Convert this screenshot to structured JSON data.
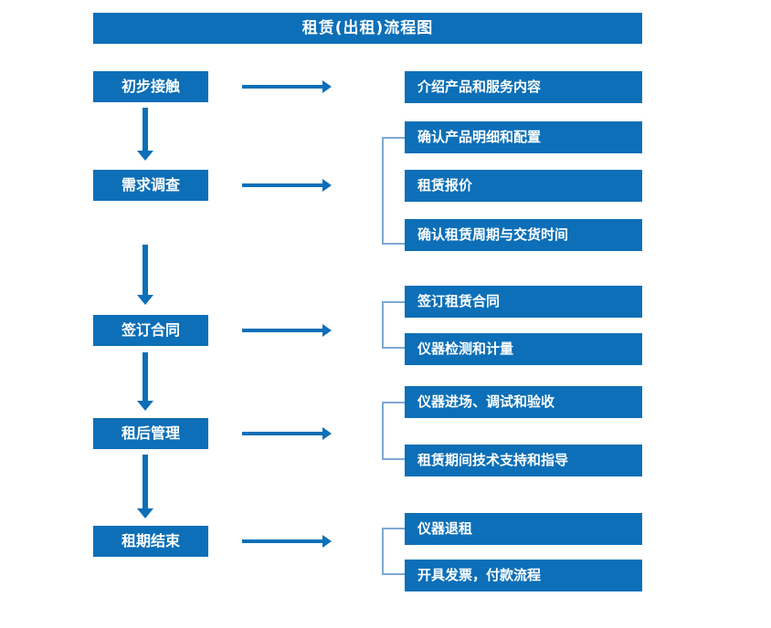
{
  "diagram": {
    "title": "租赁(出租)流程图",
    "colors": {
      "box_fill": "#0C6FB8",
      "box_text": "#FFFFFF",
      "arrow": "#0C6FB8",
      "bracket": "#7FA8D4",
      "background": "#FFFFFF"
    },
    "stages": [
      {
        "label": "初步接触"
      },
      {
        "label": "需求调查"
      },
      {
        "label": "签订合同"
      },
      {
        "label": "租后管理"
      },
      {
        "label": "租期结束"
      }
    ],
    "details": [
      {
        "label": "介绍产品和服务内容"
      },
      {
        "label": "确认产品明细和配置"
      },
      {
        "label": "租赁报价"
      },
      {
        "label": "确认租赁周期与交货时间"
      },
      {
        "label": "签订租赁合同"
      },
      {
        "label": "仪器检测和计量"
      },
      {
        "label": "仪器进场、调试和验收"
      },
      {
        "label": "租赁期间技术支持和指导"
      },
      {
        "label": "仪器退租"
      },
      {
        "label": "开具发票，付款流程"
      }
    ],
    "flow": [
      {
        "from": "初步接触",
        "to": "需求调查"
      },
      {
        "from": "需求调查",
        "to": "签订合同"
      },
      {
        "from": "签订合同",
        "to": "租后管理"
      },
      {
        "from": "租后管理",
        "to": "租期结束"
      }
    ],
    "stage_to_details": [
      {
        "stage": "初步接触",
        "details": [
          "介绍产品和服务内容"
        ]
      },
      {
        "stage": "需求调查",
        "details": [
          "确认产品明细和配置",
          "租赁报价",
          "确认租赁周期与交货时间"
        ]
      },
      {
        "stage": "签订合同",
        "details": [
          "签订租赁合同",
          "仪器检测和计量"
        ]
      },
      {
        "stage": "租后管理",
        "details": [
          "仪器进场、调试和验收",
          "租赁期间技术支持和指导"
        ]
      },
      {
        "stage": "租期结束",
        "details": [
          "仪器退租",
          "开具发票，付款流程"
        ]
      }
    ]
  }
}
